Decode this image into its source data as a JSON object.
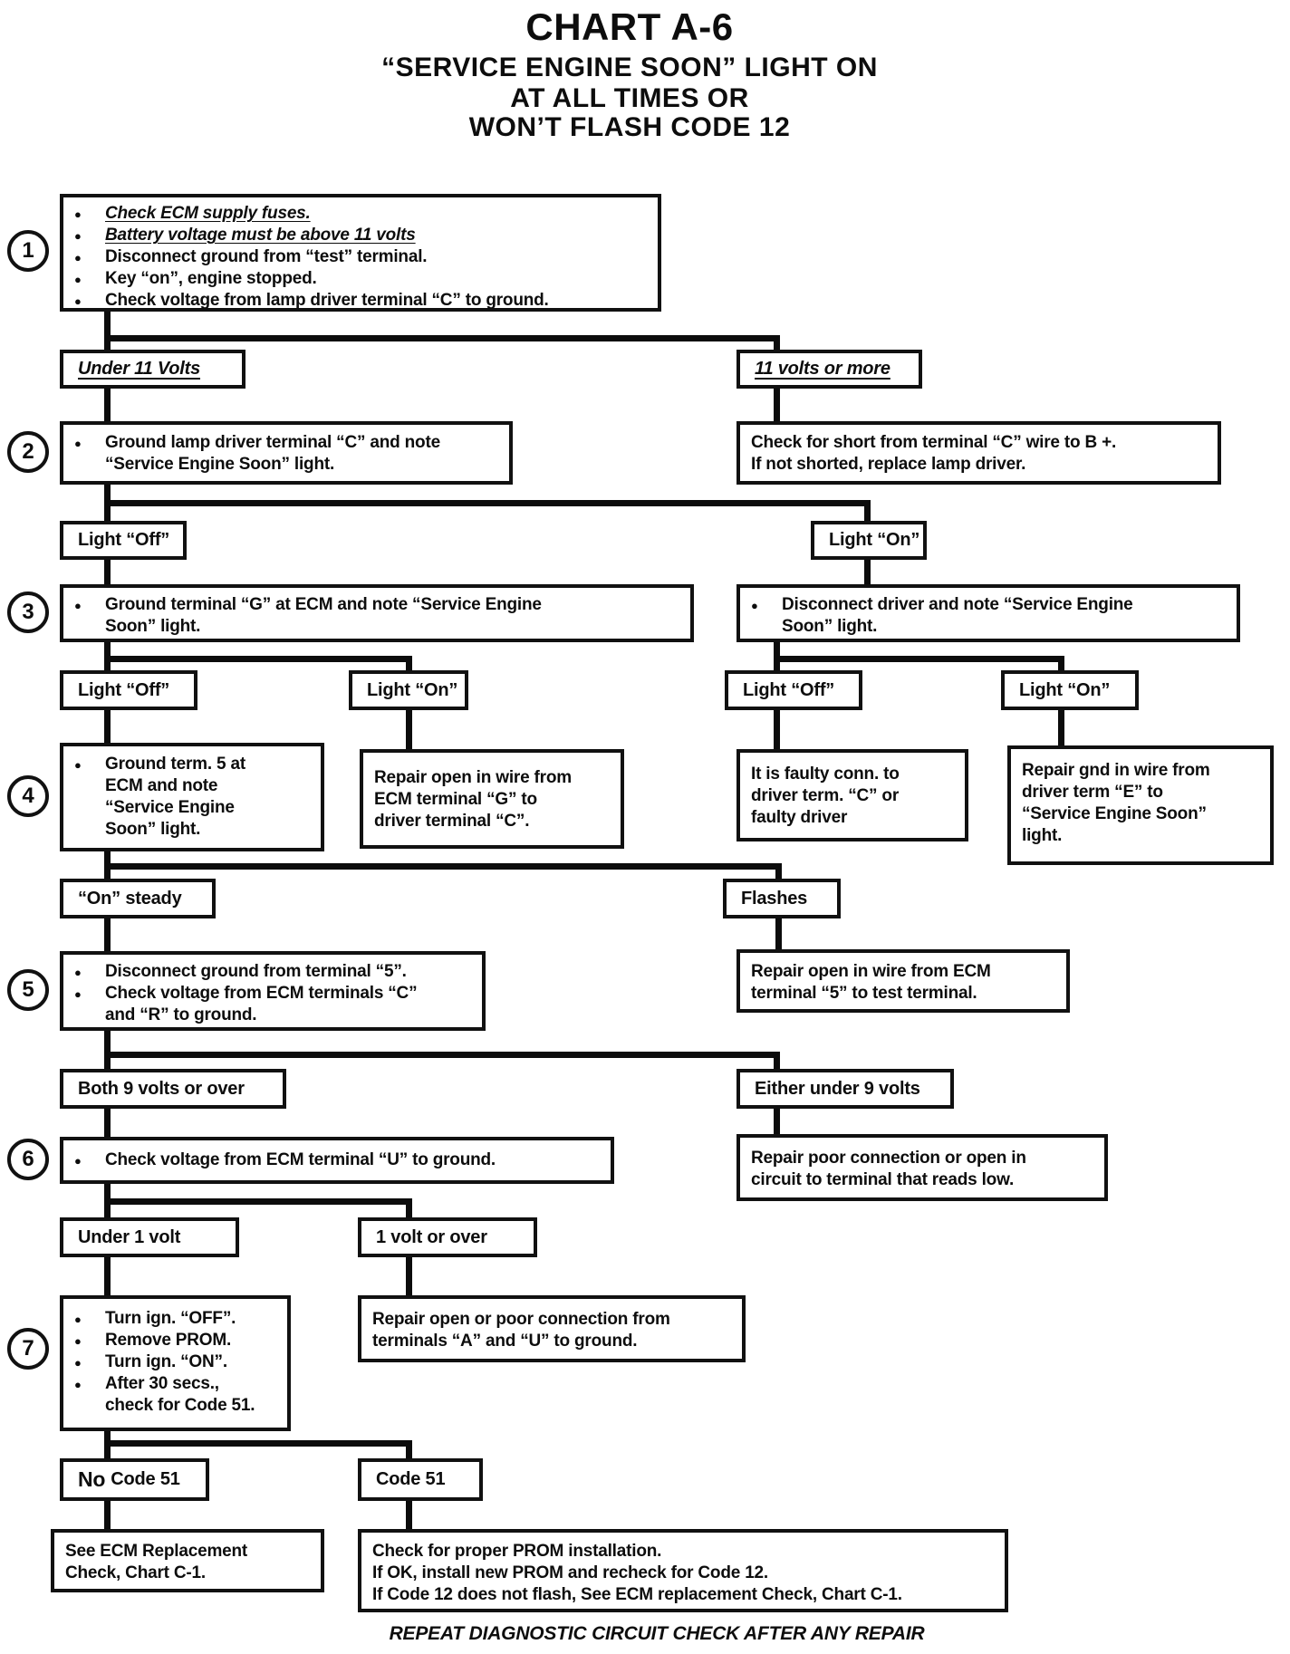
{
  "header": {
    "chart_id": "CHART A-6",
    "title_lines": [
      "“SERVICE ENGINE SOON” LIGHT ON",
      "AT ALL TIMES OR",
      "WON’T FLASH CODE 12"
    ]
  },
  "steps": [
    "1",
    "2",
    "3",
    "4",
    "5",
    "6",
    "7"
  ],
  "labels": {
    "under11": "Under 11  Volts",
    "over11": "11 volts or more",
    "light_off_a": "Light “Off”",
    "light_on_a": "Light “On”",
    "light_off_b": "Light “Off”",
    "light_on_b": "Light “On”",
    "light_off_c": "Light “Off”",
    "light_on_c": "Light “On”",
    "on_steady": "“On” steady",
    "flashes": "Flashes",
    "both9": "Both 9 volts or over",
    "under9": "Either under 9 volts",
    "under1v": "Under 1  volt",
    "over1v": "1  volt or over",
    "no_code51_prefix": "No",
    "no_code51_rest": "Code 51",
    "code51": "Code 51"
  },
  "boxes": {
    "step1": {
      "lines": [
        "Check ECM supply fuses.",
        "Battery voltage must be above 11 volts",
        "Disconnect ground from “test” terminal.",
        "Key “on”, engine stopped.",
        "Check voltage from lamp driver terminal “C” to ground."
      ]
    },
    "step2": {
      "lines": [
        "Ground lamp driver terminal “C” and note",
        "“Service Engine Soon” light."
      ]
    },
    "short_b_plus": {
      "lines": [
        "Check for short from terminal “C” wire to B +.",
        "If not shorted, replace lamp driver."
      ]
    },
    "step3": {
      "lines": [
        "Ground terminal “G” at ECM and note “Service Engine",
        "Soon” light."
      ]
    },
    "disconnect_driver": {
      "lines": [
        "Disconnect driver and note “Service Engine",
        "Soon” light."
      ]
    },
    "step4": {
      "lines": [
        "Ground term. 5 at",
        "ECM and note",
        "“Service Engine",
        "Soon” light."
      ]
    },
    "repair_g_to_c": {
      "lines": [
        "Repair open in wire from",
        "ECM terminal “G” to",
        "driver terminal “C”."
      ]
    },
    "faulty_conn": {
      "lines": [
        "It is faulty conn. to",
        "driver term. “C” or",
        "faulty driver"
      ]
    },
    "repair_e": {
      "lines": [
        "Repair gnd in wire from",
        "driver term “E” to",
        "“Service Engine Soon”",
        "light."
      ]
    },
    "step5": {
      "lines": [
        "Disconnect ground from terminal “5”.",
        "Check voltage from ECM terminals “C”",
        "and “R” to ground."
      ]
    },
    "repair_5_test": {
      "lines": [
        "Repair open in wire from ECM",
        "terminal “5” to test terminal."
      ]
    },
    "step6": {
      "lines": [
        "Check voltage from ECM terminal “U” to ground."
      ]
    },
    "repair_low": {
      "lines": [
        "Repair poor connection or open in",
        "circuit to terminal that reads low."
      ]
    },
    "step7": {
      "lines": [
        "Turn ign. “OFF”.",
        "Remove PROM.",
        "Turn ign. “ON”.",
        "After 30 secs.,",
        "check for Code 51."
      ]
    },
    "repair_a_u": {
      "lines": [
        "Repair open or poor connection from",
        "terminals “A” and “U” to ground."
      ]
    },
    "ecm_replacement": {
      "lines": [
        "See ECM Replacement",
        "Check, Chart C-1."
      ]
    },
    "prom_check": {
      "lines": [
        "Check for proper PROM installation.",
        "If OK, install new PROM and recheck for Code 12.",
        "If Code 12 does not flash, See ECM replacement Check,  Chart C-1."
      ]
    }
  },
  "footer": {
    "note": "REPEAT DIAGNOSTIC CIRCUIT CHECK AFTER ANY REPAIR"
  }
}
